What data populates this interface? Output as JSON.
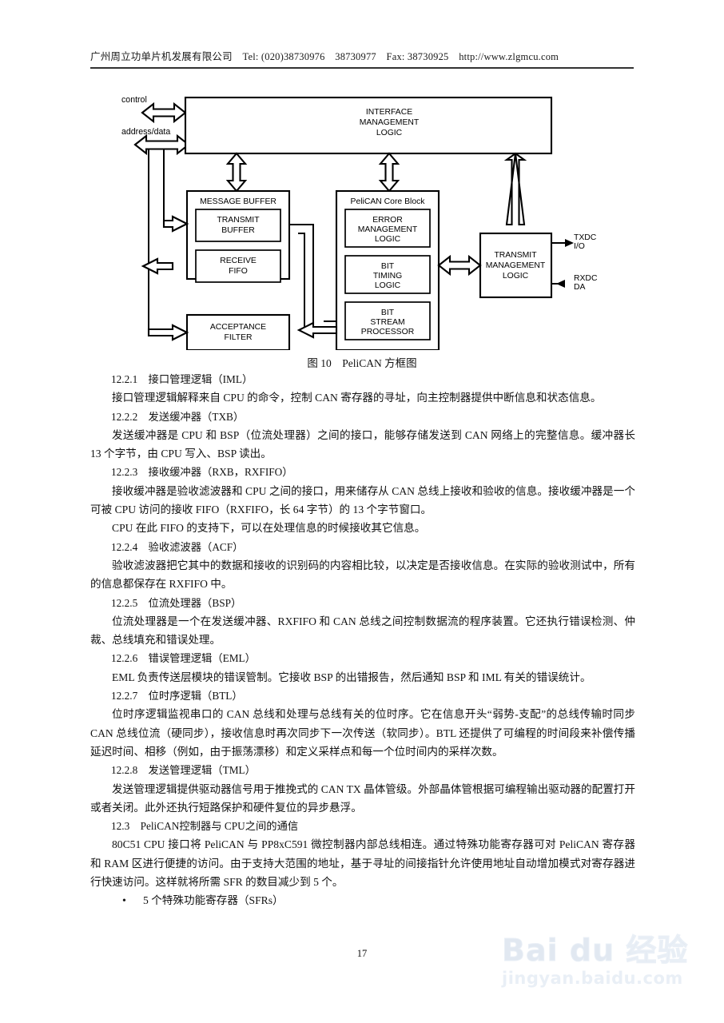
{
  "header": {
    "company_and_contact": "广州周立功单片机发展有限公司　Tel: (020)38730976　38730977　Fax: 38730925　http://www.zlgmcu.com"
  },
  "figure": {
    "caption": "图 10　PeliCAN 方框图",
    "io_labels": {
      "control": "control",
      "address_data": "address/data",
      "txdc": "TXDC",
      "rxdc": "RXDC"
    },
    "blocks": {
      "interface_management_logic": [
        "INTERFACE",
        "MANAGEMENT",
        "LOGIC"
      ],
      "message_buffer_title": "MESSAGE BUFFER",
      "transmit_buffer": [
        "TRANSMIT",
        "BUFFER"
      ],
      "receive_fifo": [
        "RECEIVE",
        "FIFO"
      ],
      "acceptance_filter": [
        "ACCEPTANCE",
        "FILTER"
      ],
      "pelican_core_title": "PeliCAN Core Block",
      "error_management_logic": [
        "ERROR",
        "MANAGEMENT",
        "LOGIC"
      ],
      "bit_timing_logic": [
        "BIT",
        "TIMING",
        "LOGIC"
      ],
      "bit_stream_processor": [
        "BIT",
        "STREAM",
        "PROCESSOR"
      ],
      "transmit_management_logic": [
        "TRANSMIT",
        "MANAGEMENT",
        "LOGIC"
      ]
    }
  },
  "sections": [
    {
      "heading": "12.2.1　接口管理逻辑（IML）",
      "paragraphs": [
        "接口管理逻辑解释来自 CPU 的命令，控制 CAN 寄存器的寻址，向主控制器提供中断信息和状态信息。"
      ]
    },
    {
      "heading": "12.2.2　发送缓冲器（TXB）",
      "paragraphs": [
        "发送缓冲器是 CPU 和 BSP（位流处理器）之间的接口，能够存储发送到 CAN 网络上的完整信息。缓冲器长 13 个字节，由 CPU 写入、BSP 读出。"
      ]
    },
    {
      "heading": "12.2.3　接收缓冲器（RXB，RXFIFO）",
      "paragraphs": [
        "接收缓冲器是验收滤波器和 CPU 之间的接口，用来储存从 CAN 总线上接收和验收的信息。接收缓冲器是一个可被 CPU 访问的接收 FIFO（RXFIFO，长 64 字节）的 13 个字节窗口。",
        "CPU 在此 FIFO 的支持下，可以在处理信息的时候接收其它信息。"
      ]
    },
    {
      "heading": "12.2.4　验收滤波器（ACF）",
      "paragraphs": [
        "验收滤波器把它其中的数据和接收的识别码的内容相比较，以决定是否接收信息。在实际的验收测试中，所有的信息都保存在 RXFIFO 中。"
      ]
    },
    {
      "heading": "12.2.5　位流处理器（BSP）",
      "paragraphs": [
        "位流处理器是一个在发送缓冲器、RXFIFO 和 CAN 总线之间控制数据流的程序装置。它还执行错误检测、仲裁、总线填充和错误处理。"
      ]
    },
    {
      "heading": "12.2.6　错误管理逻辑（EML）",
      "paragraphs": [
        "EML 负责传送层模块的错误管制。它接收 BSP 的出错报告，然后通知 BSP 和 IML 有关的错误统计。"
      ]
    },
    {
      "heading": "12.2.7　位时序逻辑（BTL）",
      "paragraphs": [
        "位时序逻辑监视串口的 CAN 总线和处理与总线有关的位时序。它在信息开头“弱势-支配”的总线传输时同步 CAN 总线位流（硬同步），接收信息时再次同步下一次传送（软同步）。BTL 还提供了可编程的时间段来补偿传播延迟时间、相移（例如，由于振荡漂移）和定义采样点和每一个位时间内的采样次数。"
      ]
    },
    {
      "heading": "12.2.8　发送管理逻辑（TML）",
      "paragraphs": [
        "发送管理逻辑提供驱动器信号用于推挽式的 CAN TX 晶体管级。外部晶体管根据可编程输出驱动器的配置打开或者关闭。此外还执行短路保护和硬件复位的异步悬浮。"
      ]
    },
    {
      "heading": "12.3　PeliCAN控制器与 CPU之间的通信",
      "paragraphs": [
        "80C51 CPU 接口将 PeliCAN 与 PP8xC591 微控制器内部总线相连。通过特殊功能寄存器可对 PeliCAN 寄存器和 RAM 区进行便捷的访问。由于支持大范围的地址，基于寻址的间接指针允许使用地址自动增加模式对寄存器进行快速访问。这样就将所需 SFR 的数目减少到 5 个。"
      ],
      "bullets": [
        {
          "marker": "•",
          "text": "5 个特殊功能寄存器（SFRs）"
        }
      ]
    }
  ],
  "footer": {
    "page_number": "17"
  },
  "watermark": {
    "main": "Bai du 经验",
    "sub": "jingyan.baidu.com"
  }
}
